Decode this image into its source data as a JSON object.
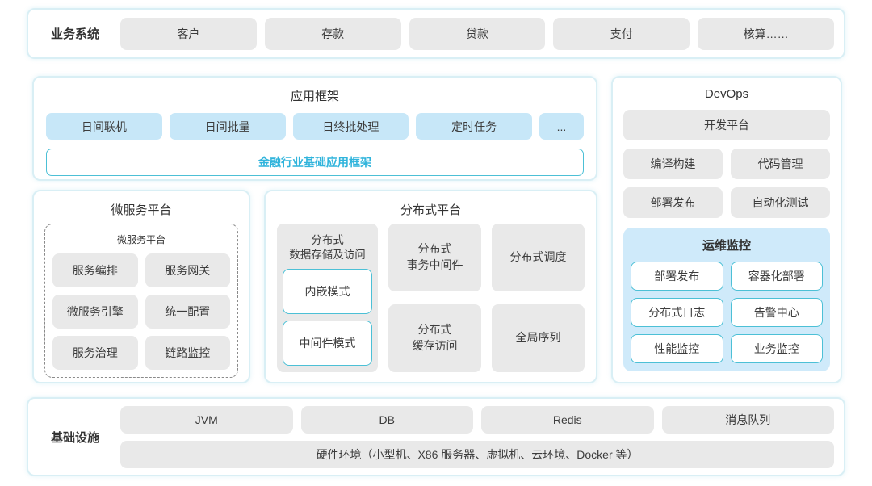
{
  "colors": {
    "panel_border": "#d9eff5",
    "blue_box": "#c7e7f8",
    "gray_box": "#e9e9e9",
    "accent_teal": "#4cc0d6",
    "accent_teal_text": "#30b4dc",
    "ops_panel_bg": "#cfeafa",
    "text_dark": "#3d3d3d"
  },
  "business_layer": {
    "label": "业务系统",
    "items": [
      "客户",
      "存款",
      "贷款",
      "支付",
      "核算……"
    ]
  },
  "app_framework": {
    "title": "应用框架",
    "items": [
      "日间联机",
      "日间批量",
      "日终批处理",
      "定时任务",
      "..."
    ],
    "base_framework": "金融行业基础应用框架"
  },
  "microservice": {
    "title": "微服务平台",
    "inner_title": "微服务平台",
    "items": [
      "服务编排",
      "服务网关",
      "微服务引擎",
      "统一配置",
      "服务治理",
      "链路监控"
    ]
  },
  "distributed": {
    "title": "分布式平台",
    "storage": {
      "label": "分布式\n数据存储及访问",
      "modes": [
        "内嵌模式",
        "中间件模式"
      ]
    },
    "col2": [
      "分布式\n事务中间件",
      "分布式\n缓存访问"
    ],
    "col3": [
      "分布式调度",
      "全局序列"
    ]
  },
  "devops": {
    "title": "DevOps",
    "dev_platform": "开发平台",
    "grid": [
      "编译构建",
      "代码管理",
      "部署发布",
      "自动化测试"
    ],
    "ops_monitor": {
      "title": "运维监控",
      "items": [
        "部署发布",
        "容器化部署",
        "分布式日志",
        "告警中心",
        "性能监控",
        "业务监控"
      ]
    }
  },
  "infrastructure": {
    "label": "基础设施",
    "items": [
      "JVM",
      "DB",
      "Redis",
      "消息队列"
    ],
    "hardware": "硬件环境（小型机、X86 服务器、虚拟机、云环境、Docker 等）"
  }
}
